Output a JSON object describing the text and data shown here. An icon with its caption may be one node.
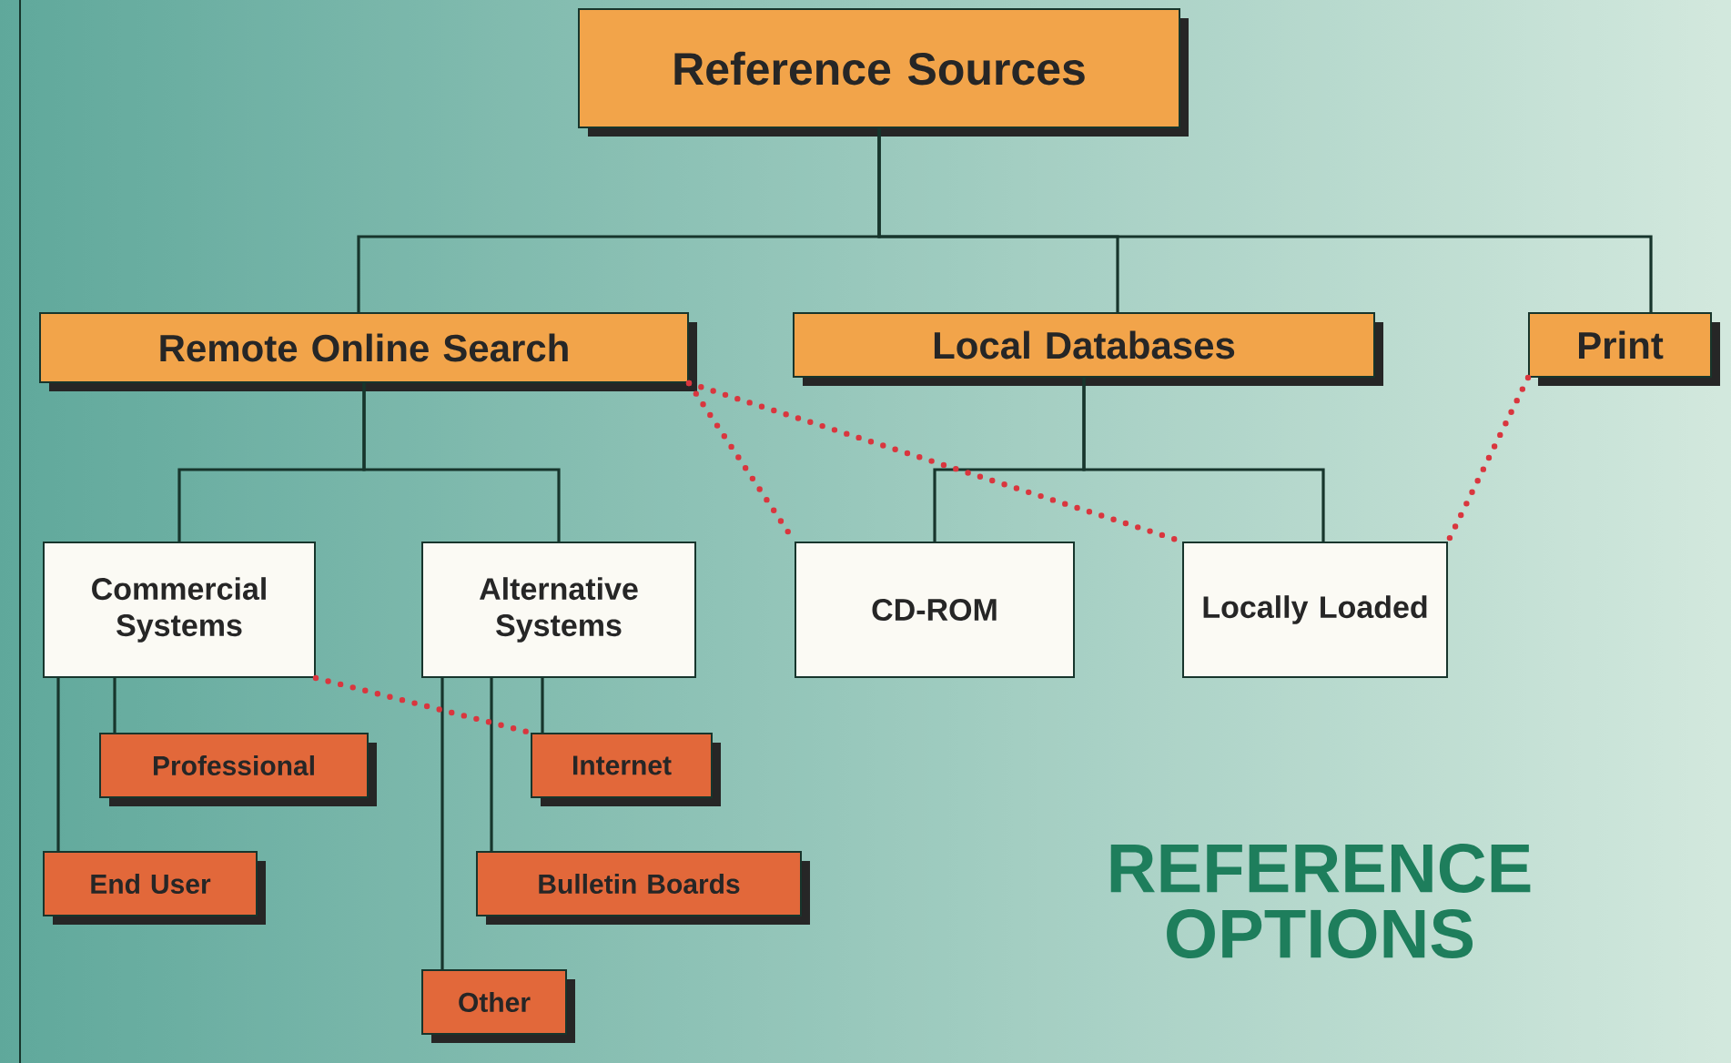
{
  "diagram": {
    "title": "REFERENCE OPTIONS",
    "nodes": [
      {
        "text": [
          "Reference Sources"
        ]
      },
      {
        "text": [
          "Remote Online Search"
        ]
      },
      {
        "text": [
          "Local Databases"
        ]
      },
      {
        "text": [
          "Print"
        ]
      },
      {
        "text": [
          "Commercial Systems"
        ]
      },
      {
        "text": [
          "Alternative Systems"
        ]
      },
      {
        "text": [
          "CD-ROM"
        ]
      },
      {
        "text": [
          "Locally Loaded"
        ]
      },
      {
        "text": [
          "Professional"
        ]
      },
      {
        "text": [
          "Internet"
        ]
      },
      {
        "text": [
          "End User"
        ]
      },
      {
        "text": [
          "Bulletin Boards"
        ]
      },
      {
        "text": [
          "Other"
        ]
      }
    ],
    "edges": [
      {
        "from": 0,
        "to": 1,
        "arrow": "none"
      },
      {
        "from": 0,
        "to": 2,
        "arrow": "none"
      },
      {
        "from": 0,
        "to": 3,
        "arrow": "none"
      },
      {
        "from": 1,
        "to": 4,
        "arrow": "none"
      },
      {
        "from": 1,
        "to": 5,
        "arrow": "none"
      },
      {
        "from": 2,
        "to": 6,
        "arrow": "none"
      },
      {
        "from": 2,
        "to": 7,
        "arrow": "none"
      },
      {
        "from": 4,
        "to": 8,
        "arrow": "none"
      },
      {
        "from": 4,
        "to": 10,
        "arrow": "none"
      },
      {
        "from": 5,
        "to": 12,
        "arrow": "none"
      },
      {
        "from": 5,
        "to": 11,
        "arrow": "none"
      },
      {
        "from": 5,
        "to": 9,
        "arrow": "none"
      },
      {
        "from": 1,
        "to": 6,
        "arrow": "none",
        "style": "dashed",
        "color": "#d9363e"
      },
      {
        "from": 1,
        "to": 7,
        "arrow": "none",
        "style": "dashed",
        "color": "#d9363e"
      },
      {
        "from": 4,
        "to": 9,
        "arrow": "none",
        "style": "dashed",
        "color": "#d9363e"
      },
      {
        "from": 3,
        "to": 7,
        "arrow": "none",
        "style": "dashed",
        "color": "#d9363e"
      }
    ]
  }
}
